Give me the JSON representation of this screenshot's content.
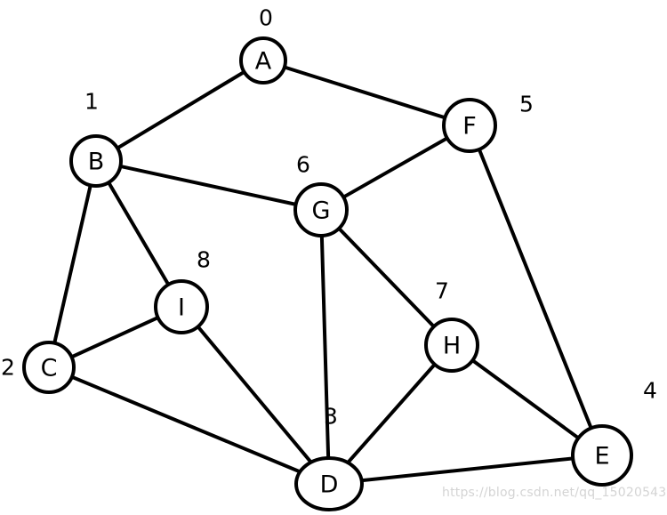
{
  "nodes": [
    {
      "id": "A",
      "index": "0"
    },
    {
      "id": "B",
      "index": "1"
    },
    {
      "id": "C",
      "index": "2"
    },
    {
      "id": "D",
      "index": "3"
    },
    {
      "id": "E",
      "index": "4"
    },
    {
      "id": "F",
      "index": "5"
    },
    {
      "id": "G",
      "index": "6"
    },
    {
      "id": "H",
      "index": "7"
    },
    {
      "id": "I",
      "index": "8"
    }
  ],
  "edges": [
    [
      "A",
      "B"
    ],
    [
      "A",
      "F"
    ],
    [
      "B",
      "G"
    ],
    [
      "B",
      "C"
    ],
    [
      "B",
      "I"
    ],
    [
      "F",
      "G"
    ],
    [
      "F",
      "E"
    ],
    [
      "G",
      "D"
    ],
    [
      "G",
      "H"
    ],
    [
      "I",
      "C"
    ],
    [
      "I",
      "D"
    ],
    [
      "C",
      "D"
    ],
    [
      "H",
      "D"
    ],
    [
      "H",
      "E"
    ],
    [
      "D",
      "E"
    ]
  ],
  "watermark": "https://blog.csdn.net/qq_15020543"
}
